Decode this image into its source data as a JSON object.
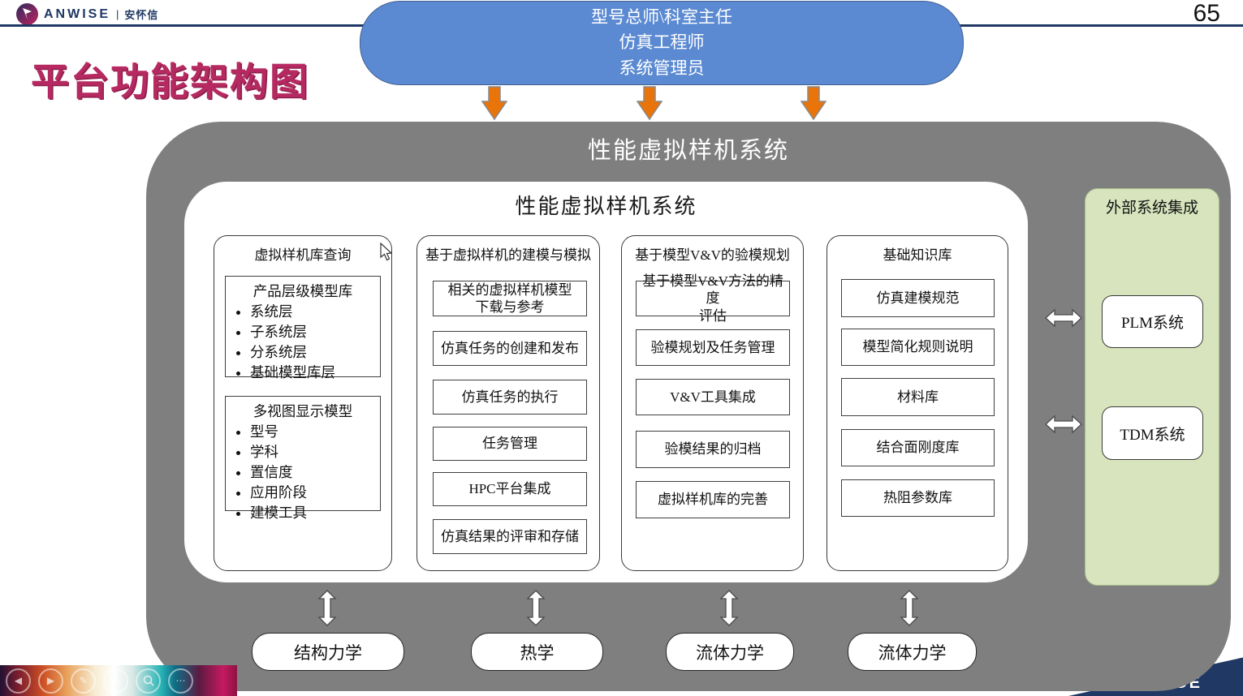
{
  "header": {
    "logo_brand": "ANWISE",
    "logo_sep": "|",
    "logo_cn": "安怀信",
    "page_number": "65",
    "slide_title": "平台功能架构图"
  },
  "roles": {
    "lines": [
      "型号总师\\科室主任",
      "仿真工程师",
      "系统管理员"
    ]
  },
  "system": {
    "outer_title": "性能虚拟样机系统",
    "inner_title": "性能虚拟样机系统",
    "columns": [
      {
        "title": "虚拟样机库查询",
        "groups": [
          {
            "heading": "产品层级模型库",
            "bullets": [
              "系统层",
              "子系统层",
              "分系统层",
              "基础模型库层"
            ]
          },
          {
            "heading": "多视图显示模型",
            "bullets": [
              "型号",
              "学科",
              "置信度",
              "应用阶段",
              "建模工具"
            ]
          }
        ]
      },
      {
        "title": "基于虚拟样机的建模与模拟",
        "items": [
          "相关的虚拟样机模型\n下载与参考",
          "仿真任务的创建和发布",
          "仿真任务的执行",
          "任务管理",
          "HPC平台集成",
          "仿真结果的评审和存储"
        ]
      },
      {
        "title": "基于模型V&V的验模规划",
        "items": [
          "基于模型V&V方法的精度\n评估",
          "验模规划及任务管理",
          "V&V工具集成",
          "验模结果的归档",
          "虚拟样机库的完善"
        ]
      },
      {
        "title": "基础知识库",
        "items": [
          "仿真建模规范",
          "模型简化规则说明",
          "材料库",
          "结合面刚度库",
          "热阻参数库"
        ]
      }
    ]
  },
  "external": {
    "title": "外部系统集成",
    "systems": [
      "PLM系统",
      "TDM系统"
    ]
  },
  "disciplines": [
    "结构力学",
    "热学",
    "流体力学",
    "流体力学"
  ],
  "footer": {
    "corner_text": "GE"
  },
  "viewer_toolbar": {
    "icons": [
      {
        "name": "prev-icon",
        "glyph": "◀"
      },
      {
        "name": "next-icon",
        "glyph": "▶"
      },
      {
        "name": "annotate-icon",
        "glyph": "✎"
      },
      {
        "name": "frame-icon",
        "glyph": "▭"
      },
      {
        "name": "zoom-icon",
        "glyph": ""
      },
      {
        "name": "more-icon",
        "glyph": "⋯"
      }
    ]
  },
  "colors": {
    "accent_navy": "#1F3864",
    "title_magenta": "#B62A61",
    "ellipse_blue": "#5B8AD2",
    "arrow_orange": "#E8740A",
    "panel_gray": "#7F7F7F",
    "external_green": "#D7E4BD"
  }
}
